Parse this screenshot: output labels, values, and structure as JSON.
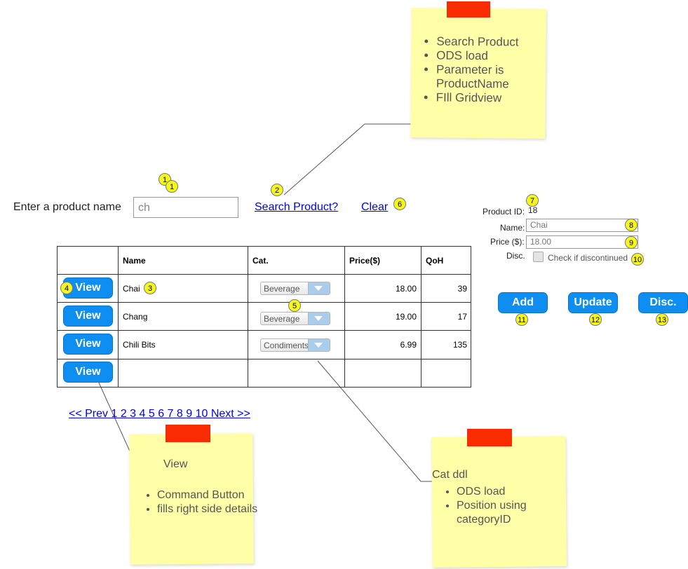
{
  "search": {
    "label": "Enter a product name",
    "value": "ch",
    "search_link": "Search Product?",
    "clear_link": "Clear"
  },
  "grid": {
    "headers": [
      "",
      "Name",
      "Cat.",
      "Price($)",
      "QoH"
    ],
    "view_label": "View",
    "rows": [
      {
        "name": "Chai",
        "category": "Beverage",
        "price": "18.00",
        "qoh": "39"
      },
      {
        "name": "Chang",
        "category": "Beverage",
        "price": "19.00",
        "qoh": "17"
      },
      {
        "name": "Chili Bits",
        "category": "Condiments",
        "price": "6.99",
        "qoh": "135"
      }
    ]
  },
  "pager": "<< Prev 1 2 3 4 5 6 7 8 9 10 Next >>",
  "details": {
    "product_id_label": "Product ID:",
    "product_id_value": "18",
    "name_label": "Name:",
    "name_value": "Chai",
    "price_label": "Price ($):",
    "price_value": "18.00",
    "disc_label": "Disc.",
    "disc_checkbox_label": "Check if discontinued",
    "add_label": "Add",
    "update_label": "Update",
    "disc_button_label": "Disc."
  },
  "notes": {
    "search": [
      "Search Product",
      "ODS load",
      "Parameter is ProductName",
      "FIll Gridview"
    ],
    "view": {
      "title": "View",
      "items": [
        "Command Button",
        "fills right side details"
      ]
    },
    "cat": {
      "title": "Cat ddl",
      "items": [
        "ODS load",
        "Position using categoryID"
      ]
    }
  },
  "markers": [
    "1",
    "1",
    "2",
    "3",
    "4",
    "5",
    "6",
    "7",
    "8",
    "9",
    "10",
    "11",
    "12",
    "13"
  ],
  "colors": {
    "sticky": "#ffffa8",
    "tape": "#f82c00",
    "button": "#0d8ef0",
    "marker": "#f7f71c",
    "link": "#0000ee"
  }
}
